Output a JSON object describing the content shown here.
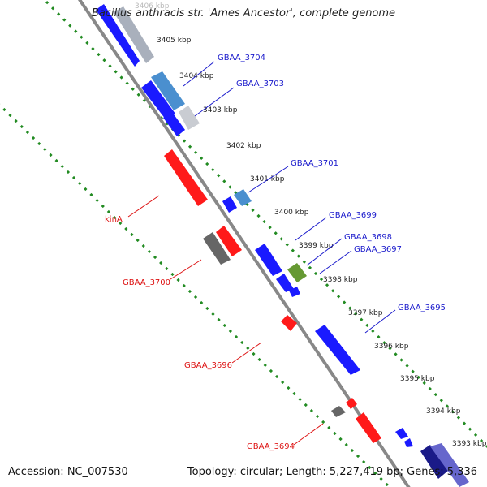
{
  "title": "Bacillus anthracis str. 'Ames Ancestor', complete genome",
  "accession": "Accession: NC_007530",
  "topology": "Topology: circular; Length: 5,227,419 bp; Genes: 5,336",
  "colors": {
    "forward_gene": "#1a1aff",
    "forward_gene_light": "#4a8fcf",
    "forward_gene_grey": "#c9ccd2",
    "reverse_gene": "#ff1a1a",
    "pseudo_gene": "#666666",
    "other_gene": "#669933",
    "backbone": "#888888",
    "tick": "#228b22",
    "forward_label": "#1a1acc",
    "reverse_label": "#dd1111"
  },
  "ticks": [
    {
      "label": "3406 kbp"
    },
    {
      "label": "3405 kbp"
    },
    {
      "label": "3404 kbp"
    },
    {
      "label": "3403 kbp"
    },
    {
      "label": "3402 kbp"
    },
    {
      "label": "3401 kbp"
    },
    {
      "label": "3400 kbp"
    },
    {
      "label": "3399 kbp"
    },
    {
      "label": "3398 kbp"
    },
    {
      "label": "3397 kbp"
    },
    {
      "label": "3396 kbp"
    },
    {
      "label": "3395 kbp"
    },
    {
      "label": "3394 kbp"
    },
    {
      "label": "3393 kbp"
    }
  ],
  "forward_labels": [
    {
      "label": "GBAA_3704"
    },
    {
      "label": "GBAA_3703"
    },
    {
      "label": "GBAA_3701"
    },
    {
      "label": "GBAA_3699"
    },
    {
      "label": "GBAA_3698"
    },
    {
      "label": "GBAA_3697"
    },
    {
      "label": "GBAA_3695"
    }
  ],
  "reverse_labels": [
    {
      "label": "kinA"
    },
    {
      "label": "GBAA_3700"
    },
    {
      "label": "GBAA_3696"
    },
    {
      "label": "GBAA_3694"
    }
  ]
}
